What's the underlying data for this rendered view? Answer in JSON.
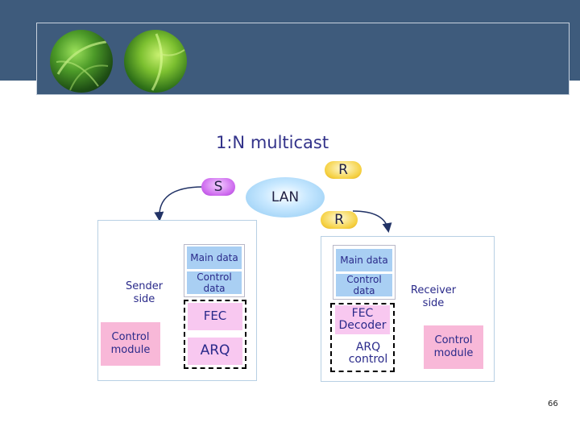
{
  "title": "1:N multicast",
  "nodes": {
    "sender": "S",
    "lan": "LAN",
    "receiver_1": "R",
    "receiver_2": "R"
  },
  "sender": {
    "label": "Sender side",
    "main_data": "Main data",
    "control_data": "Control data",
    "fec": "FEC",
    "arq": "ARQ",
    "control_module": "Control module"
  },
  "receiver": {
    "label": "Receiver side",
    "main_data": "Main data",
    "control_data": "Control data",
    "fec_decoder": "FEC Decoder",
    "arq_control": "ARQ control",
    "control_module": "Control module"
  },
  "page_number": "66",
  "colors": {
    "banner": "#3e5b7c",
    "data_cell": "#a9cff3",
    "module_cell": "#f8c8f0",
    "control_module": "#f8b8d8",
    "arrow": "#cc2277",
    "node_s": "#cc66ee",
    "node_r": "#f5d040",
    "lan": "#9fd0f5"
  }
}
